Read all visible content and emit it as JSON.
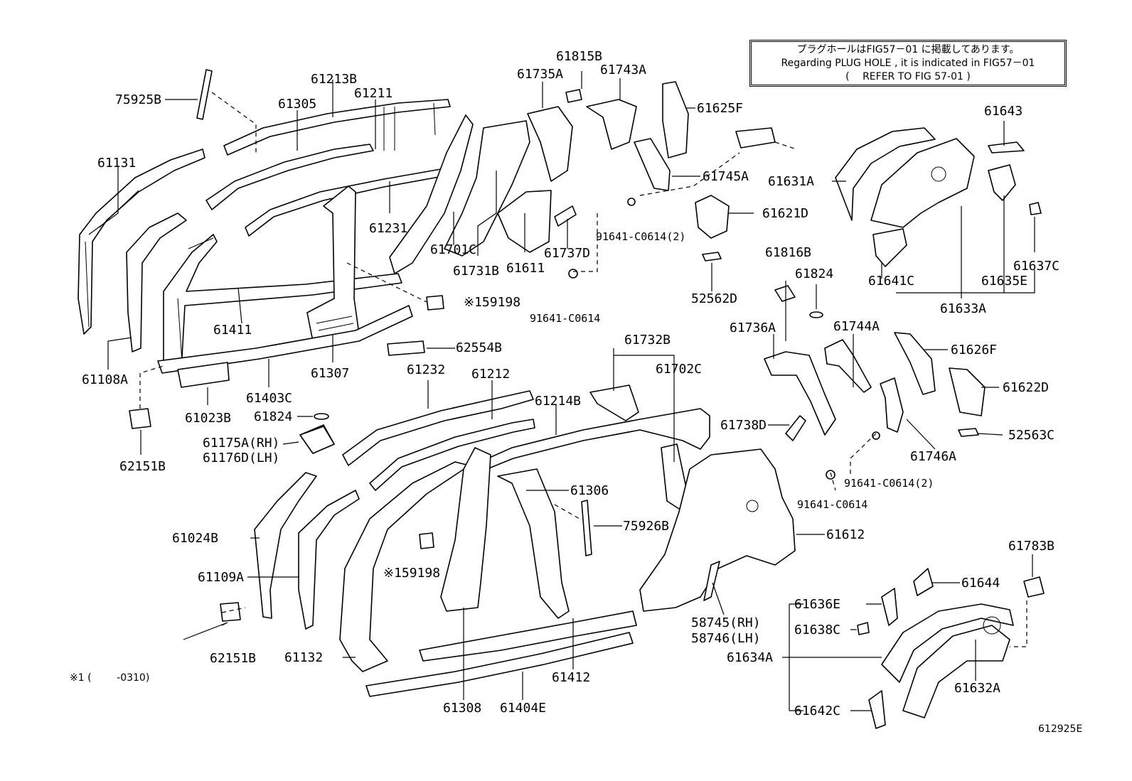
{
  "note": {
    "line1": "プラグホールはFIG57－01 に掲載してあります。",
    "line2": "Regarding PLUG HOLE , it is indicated in FIG57－01",
    "line3": "(　 REFER TO FIG 57-01 )"
  },
  "footnote": "※1 (        -0310)",
  "figure_number": "612925E",
  "callouts": [
    "75925B",
    "61213B",
    "61211",
    "61305",
    "61131",
    "61231",
    "61411",
    "61108A",
    "61023B",
    "61403C",
    "61307",
    "59198_1",
    "62554B",
    "62151B_top",
    "61824_left",
    "61175A(RH)",
    "61176D(LH)",
    "61232",
    "61212",
    "61214B",
    "61024B",
    "61109A",
    "62151B_bottom",
    "61132",
    "59198_2",
    "61306",
    "75926B",
    "61308",
    "61404E",
    "61412",
    "61732B",
    "61702C",
    "61612",
    "58745(RH)",
    "58746(LH)",
    "61815B",
    "61735A",
    "61743A",
    "61625F",
    "61701C",
    "61731B",
    "61611",
    "61737D",
    "61745A",
    "91641-C0614(2)_top",
    "61621D",
    "91641-C0614_top",
    "52562D",
    "61631A",
    "61643",
    "61641C",
    "61635E",
    "61637C",
    "61633A",
    "61816B",
    "61824_right",
    "61736A",
    "61744A",
    "61626F",
    "61622D",
    "61738D",
    "61746A",
    "52563C",
    "91641-C0614(2)_bottom",
    "91641-C0614_bottom",
    "61783B",
    "61644",
    "61636E",
    "61638C",
    "61634A",
    "61632A",
    "61642C"
  ],
  "labels": {
    "l75925B": "75925B",
    "l61213B": "61213B",
    "l61211": "61211",
    "l61305": "61305",
    "l61131": "61131",
    "l61231": "61231",
    "l61411": "61411",
    "l61108A": "61108A",
    "l61023B": "61023B",
    "l61403C": "61403C",
    "l61307": "61307",
    "l59198a": "※159198",
    "l62554B": "62554B",
    "l62151Ba": "62151B",
    "l61824a": "61824",
    "l61175A": "61175A(RH)",
    "l61176D": "61176D(LH)",
    "l61232": "61232",
    "l61212": "61212",
    "l61214B": "61214B",
    "l61024B": "61024B",
    "l61109A": "61109A",
    "l62151Bb": "62151B",
    "l61132": "61132",
    "l59198b": "※159198",
    "l61306": "61306",
    "l75926B": "75926B",
    "l61308": "61308",
    "l61404E": "61404E",
    "l61412": "61412",
    "l61732B": "61732B",
    "l61702C": "61702C",
    "l61612": "61612",
    "l58745": "58745(RH)",
    "l58746": "58746(LH)",
    "l61815B": "61815B",
    "l61735A": "61735A",
    "l61743A": "61743A",
    "l61625F": "61625F",
    "l61701C": "61701C",
    "l61731B": "61731B",
    "l61611": "61611",
    "l61737D": "61737D",
    "l61745A": "61745A",
    "l91641a": "91641-C0614(2)",
    "l61621D": "61621D",
    "l91641b": "91641-C0614",
    "l52562D": "52562D",
    "l61631A": "61631A",
    "l61643": "61643",
    "l61641C": "61641C",
    "l61635E": "61635E",
    "l61637C": "61637C",
    "l61633A": "61633A",
    "l61816B": "61816B",
    "l61824b": "61824",
    "l61736A": "61736A",
    "l61744A": "61744A",
    "l61626F": "61626F",
    "l61622D": "61622D",
    "l61738D": "61738D",
    "l61746A": "61746A",
    "l52563C": "52563C",
    "l91641c": "91641-C0614(2)",
    "l91641d": "91641-C0614",
    "l61783B": "61783B",
    "l61644": "61644",
    "l61636E": "61636E",
    "l61638C": "61638C",
    "l61634A": "61634A",
    "l61632A": "61632A",
    "l61642C": "61642C"
  }
}
